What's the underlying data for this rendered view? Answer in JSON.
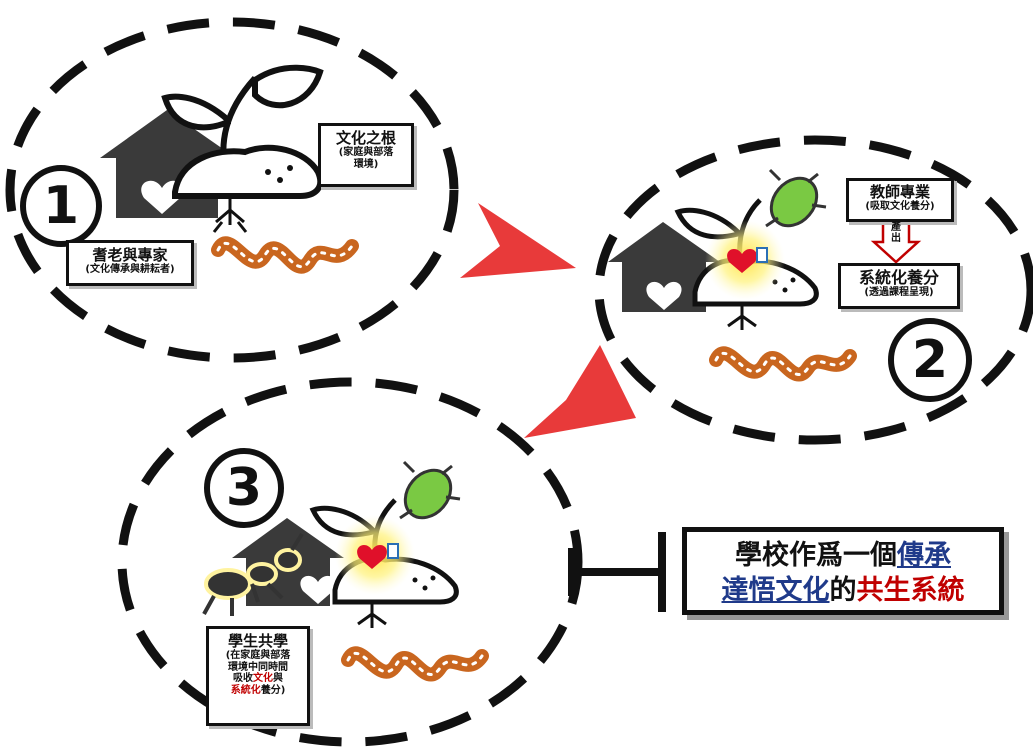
{
  "step1": {
    "number": "1",
    "elder_title": "耆老與專家",
    "elder_sub": "(文化傳承與耕耘者)",
    "root_title": "文化之根",
    "root_sub1": "(家庭與部落",
    "root_sub2": "環境)"
  },
  "step2": {
    "number": "2",
    "teacher_title": "教師專業",
    "teacher_sub": "(吸取文化養分)",
    "produce_line1": "產",
    "produce_line2": "出",
    "system_title": "系統化養分",
    "system_sub": "(透過課程呈現)"
  },
  "step3": {
    "number": "3",
    "student_title": "學生共學",
    "student_sub1": "(在家庭與部落",
    "student_sub2": "環境中同時間",
    "student_sub3_a": "吸收",
    "student_sub3_b": "文化",
    "student_sub3_c": "與",
    "student_sub4_a": "系統化",
    "student_sub4_b": "養分)"
  },
  "summary": {
    "line1_a": "學校作爲一個",
    "line1_b": "傳承",
    "line2_a": "達悟文化",
    "line2_b": "的",
    "line2_c": "共生系統"
  },
  "colors": {
    "arrow": "#e83a3a",
    "worm": "#c9661f",
    "leaf_green": "#7ac943",
    "house": "#3a3a3a",
    "heart_red": "#e0102a",
    "blue_text": "#1f3a8a",
    "red_text": "#c00000"
  }
}
